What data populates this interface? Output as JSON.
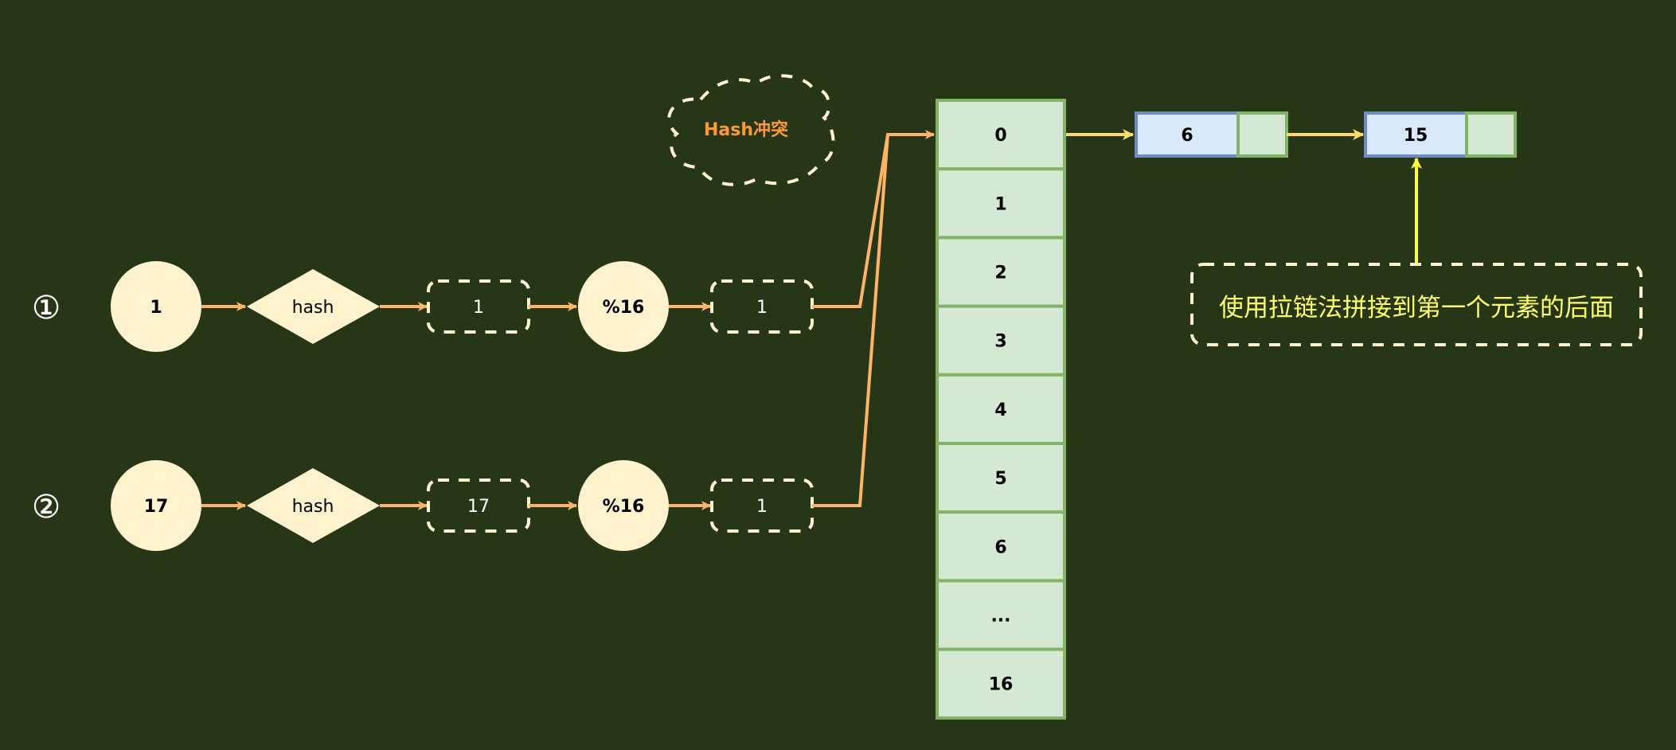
{
  "colors": {
    "background": "#283618",
    "node_fill": "#FFF2CC",
    "flow_arrow": "#FFB366",
    "chain_arrow": "#FFD966",
    "pointer_arrow": "#FFFF33",
    "dashed_stroke": "#FFF2CC",
    "cell_fill": "#D5E8D4",
    "cell_stroke": "#82B366",
    "entry_fill": "#DAE8FC",
    "entry_stroke": "#6C8EBF",
    "collision_text": "#FF9933",
    "note_text": "#FFFF66"
  },
  "rows": [
    {
      "marker": "①",
      "key": "1",
      "hash_label": "hash",
      "hash_result": "1",
      "mod_label": "%16",
      "index": "1"
    },
    {
      "marker": "②",
      "key": "17",
      "hash_label": "hash",
      "hash_result": "17",
      "mod_label": "%16",
      "index": "1"
    }
  ],
  "collision_cloud": {
    "label": "Hash冲突"
  },
  "array": {
    "cells": [
      "0",
      "1",
      "2",
      "3",
      "4",
      "5",
      "6",
      "...",
      "16"
    ]
  },
  "chain": [
    {
      "value": "6"
    },
    {
      "value": "15"
    }
  ],
  "note": {
    "text": "使用拉链法拼接到第一个元素的后面"
  }
}
